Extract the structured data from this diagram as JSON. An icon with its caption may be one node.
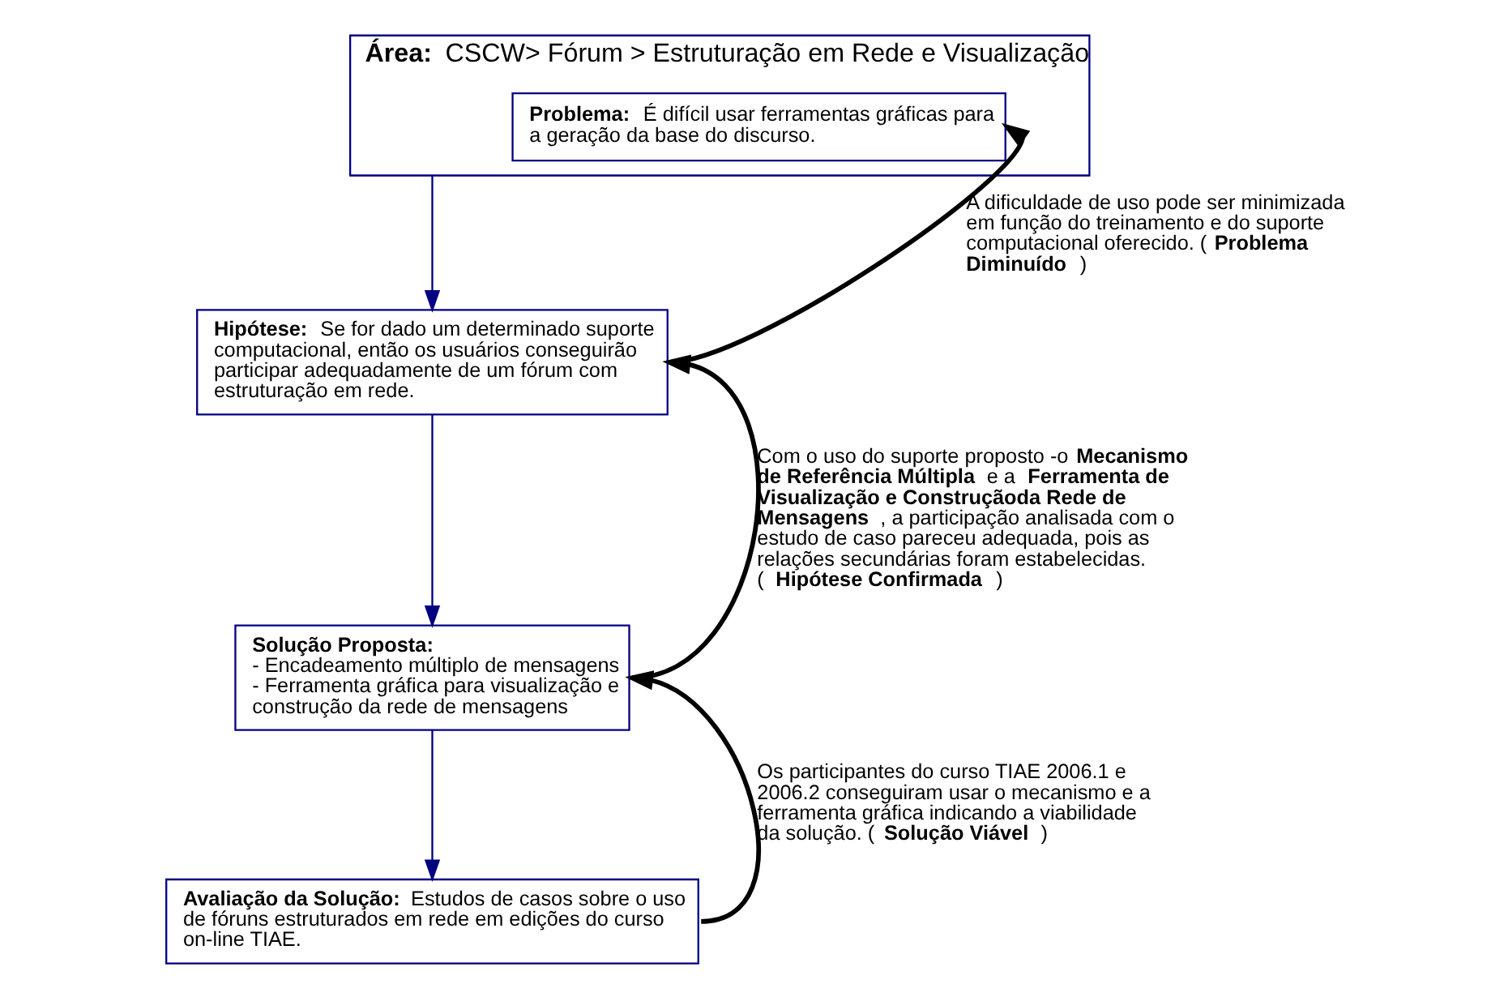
{
  "diagram": {
    "nodes": [
      {
        "text": [
          "**Área:** CSCW> Fórum > Estruturação em Rede e Visualização"
        ]
      },
      {
        "text": [
          "**Problema:** É difícil usar ferramentas gráficas para a geração da base do discurso."
        ],
        "in": 0
      },
      {
        "text": [
          "**Hipótese:** Se for dado um determinado suporte computacional, então os usuários conseguirão participar adequadamente de um fórum com estruturação em rede."
        ]
      },
      {
        "text": [
          "**Solução Proposta:**",
          "- Encadeamento múltiplo de mensagens",
          "- Ferramenta gráfica para visualização e construção da rede de mensagens"
        ]
      },
      {
        "text": [
          "**Avaliação da Solução:** Estudos de casos sobre o uso de fóruns estruturados em rede em edições do curso on-line TIAE."
        ]
      }
    ],
    "edges": [
      {
        "from": 0,
        "to": 2,
        "arrow": "to",
        "color": "#000080"
      },
      {
        "from": 2,
        "to": 3,
        "arrow": "to",
        "color": "#000080"
      },
      {
        "from": 3,
        "to": 4,
        "arrow": "to",
        "color": "#000080"
      },
      {
        "from": 4,
        "to": 3,
        "arrow": "to",
        "style": "thick",
        "color": "#000000",
        "label": "Os participantes do curso TIAE 2006.1 e 2006.2 conseguiram usar o mecanismo e a ferramenta gráfica indicando a viabilidade da solução. (**Solução Viável**)"
      },
      {
        "from": 3,
        "to": 2,
        "arrow": "to",
        "style": "thick",
        "color": "#000000",
        "label": "Com o uso do suporte proposto -o **Mecanismo de Referência Múltipla** e a **Ferramenta de Visualização e Construçãoda Rede de Mensagens** , a participação analisada com o estudo de caso pareceu adequada, pois as relações secundárias foram estabelecidas. (**Hipótese Confirmada**)"
      },
      {
        "from": 2,
        "to": 1,
        "arrow": "to",
        "style": "thick",
        "color": "#000000",
        "label": "A dificuldade de uso pode ser minimizada em função do treinamento e do suporte computacional oferecido. (**Problema Diminuído**)"
      }
    ]
  }
}
